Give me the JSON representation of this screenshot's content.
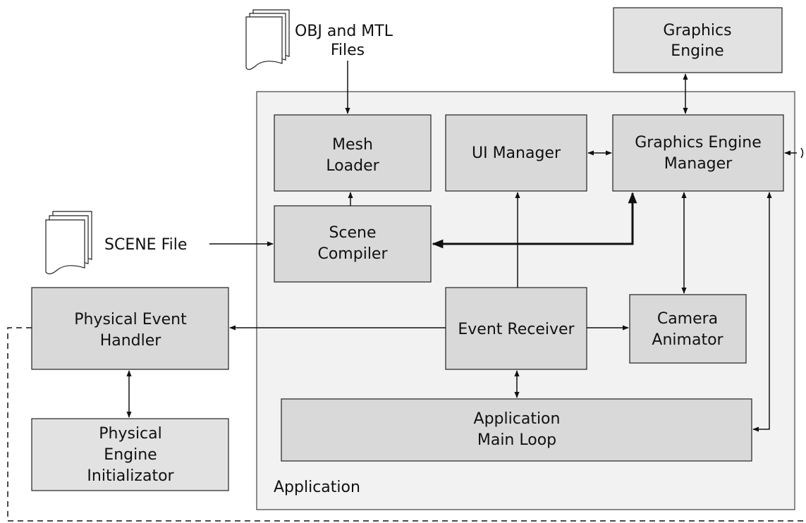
{
  "nodes": {
    "graphics_engine": [
      "Graphics",
      "Engine"
    ],
    "obj_mtl": [
      "OBJ and MTL",
      "Files"
    ],
    "mesh_loader": [
      "Mesh",
      "Loader"
    ],
    "ui_manager": [
      "UI Manager"
    ],
    "graphics_engine_manager": [
      "Graphics Engine",
      "Manager"
    ],
    "scene_file": [
      "SCENE File"
    ],
    "scene_compiler": [
      "Scene",
      "Compiler"
    ],
    "physical_event_handler": [
      "Physical Event",
      "Handler"
    ],
    "event_receiver": [
      "Event Receiver"
    ],
    "camera_animator": [
      "Camera",
      "Animator"
    ],
    "physical_engine_initializator": [
      "Physical",
      "Engine",
      "Initializator"
    ],
    "application_main_loop": [
      "Application",
      "Main Loop"
    ],
    "application": [
      "Application"
    ]
  }
}
